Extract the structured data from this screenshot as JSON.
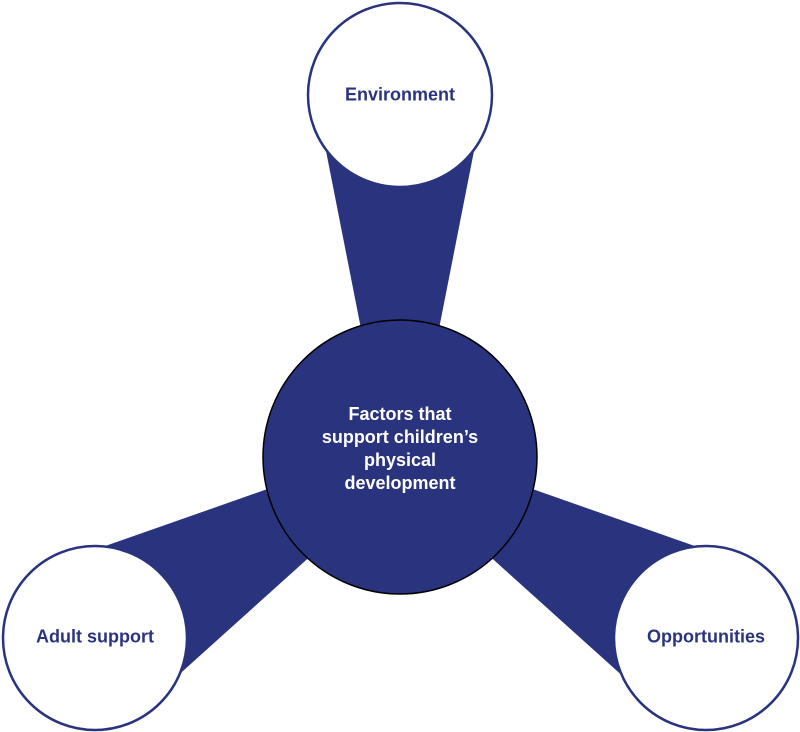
{
  "diagram": {
    "type": "radial-spoke-diagram",
    "colors": {
      "navy": "#2A347E",
      "center_outline": "#000000",
      "center_text": "#ffffff",
      "satellite_fill": "#ffffff",
      "background": "#ffffff"
    },
    "center": {
      "label": "Factors that support children’s physical development",
      "lines": [
        "Factors that",
        "support children’s",
        "physical",
        "development"
      ]
    },
    "satellites": [
      {
        "id": "environment",
        "label": "Environment",
        "position": "top"
      },
      {
        "id": "adult-support",
        "label": "Adult support",
        "position": "bottom-left"
      },
      {
        "id": "opportunities",
        "label": "Opportunities",
        "position": "bottom-right"
      }
    ]
  }
}
